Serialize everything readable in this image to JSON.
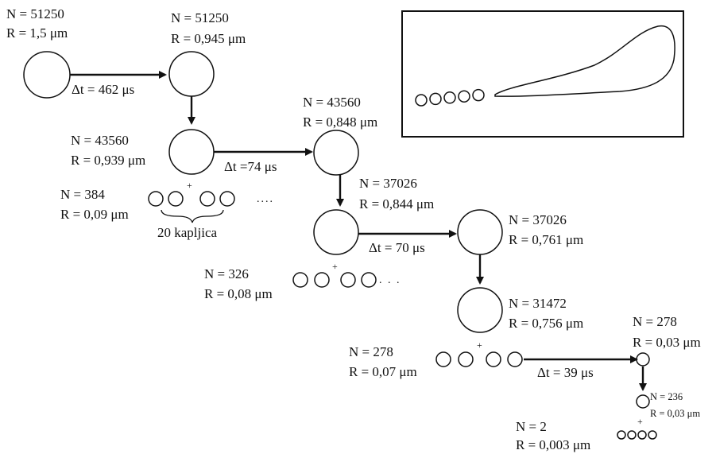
{
  "colors": {
    "ink": "#111111",
    "background": "#ffffff"
  },
  "stages": {
    "s1": {
      "n": "N = 51250",
      "r": "R = 1,5 μm"
    },
    "s2": {
      "n": "N = 51250",
      "r": "R = 0,945 μm"
    },
    "s3": {
      "n": "N = 43560",
      "r": "R = 0,939 μm"
    },
    "s4": {
      "n": "N = 43560",
      "r": "R = 0,848 μm"
    },
    "s5": {
      "n": "N = 37026",
      "r": "R = 0,844 μm"
    },
    "s6": {
      "n": "N = 37026",
      "r": "R = 0,761 μm"
    },
    "s7": {
      "n": "N = 31472",
      "r": "R = 0,756 μm"
    },
    "s8": {
      "n": "N = 278",
      "r": "R = 0,03 μm"
    },
    "s9": {
      "n": "N = 236",
      "r": "R = 0,03 μm"
    }
  },
  "droplet_groups": {
    "g1": {
      "n": "N = 384",
      "r": "R = 0,09 μm",
      "note": "20 kapljica",
      "ellipsis": "....",
      "plus": "+"
    },
    "g2": {
      "n": "N = 326",
      "r": "R = 0,08 μm",
      "ellipsis": ". . .",
      "plus": "+"
    },
    "g3": {
      "n": "N = 278",
      "r": "R = 0,07 μm",
      "plus": "+"
    },
    "g4": {
      "n": "N = 2",
      "r": "R = 0,003 μm",
      "plus": "+"
    }
  },
  "transitions": {
    "t1": "Δt = 462  μs",
    "t2": "Δt =74 μs",
    "t3": "Δt = 70  μs",
    "t4": "Δt = 39  μs"
  },
  "inset": {
    "satellite_droplets": 5
  }
}
